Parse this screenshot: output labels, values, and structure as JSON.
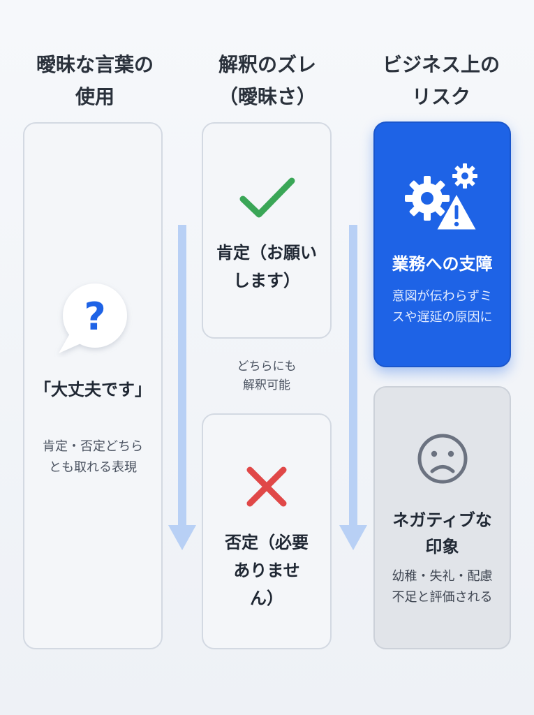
{
  "columns": {
    "col1": {
      "title": "曖昧な言葉の\n使用"
    },
    "col2": {
      "title": "解釈のズレ\n（曖昧さ）"
    },
    "col3": {
      "title": "ビジネス上の\nリスク"
    }
  },
  "ambiguous_word": {
    "icon": "question-bubble-icon",
    "phrase": "「大丈夫です」",
    "description": "肯定・否定どちら\nとも取れる表現"
  },
  "interpretation": {
    "positive": {
      "icon": "check-icon",
      "label": "肯定（お願い\nします）"
    },
    "middle_note": "どちらにも\n解釈可能",
    "negative": {
      "icon": "cross-icon",
      "label": "否定（必要\nありませ\nん）"
    }
  },
  "risks": {
    "business": {
      "icon": "gear-warning-icon",
      "title": "業務への支障",
      "description": "意図が伝わらずミ\nスや遅延の原因に"
    },
    "impression": {
      "icon": "sad-face-icon",
      "title": "ネガティブな\n印象",
      "description": "幼稚・失礼・配慮\n不足と評価される"
    }
  },
  "colors": {
    "accent_blue": "#1e63e6",
    "arrow_blue": "#b8d0f5",
    "check_green": "#3aa657",
    "cross_red": "#e04848",
    "question_blue": "#1e63e6"
  }
}
